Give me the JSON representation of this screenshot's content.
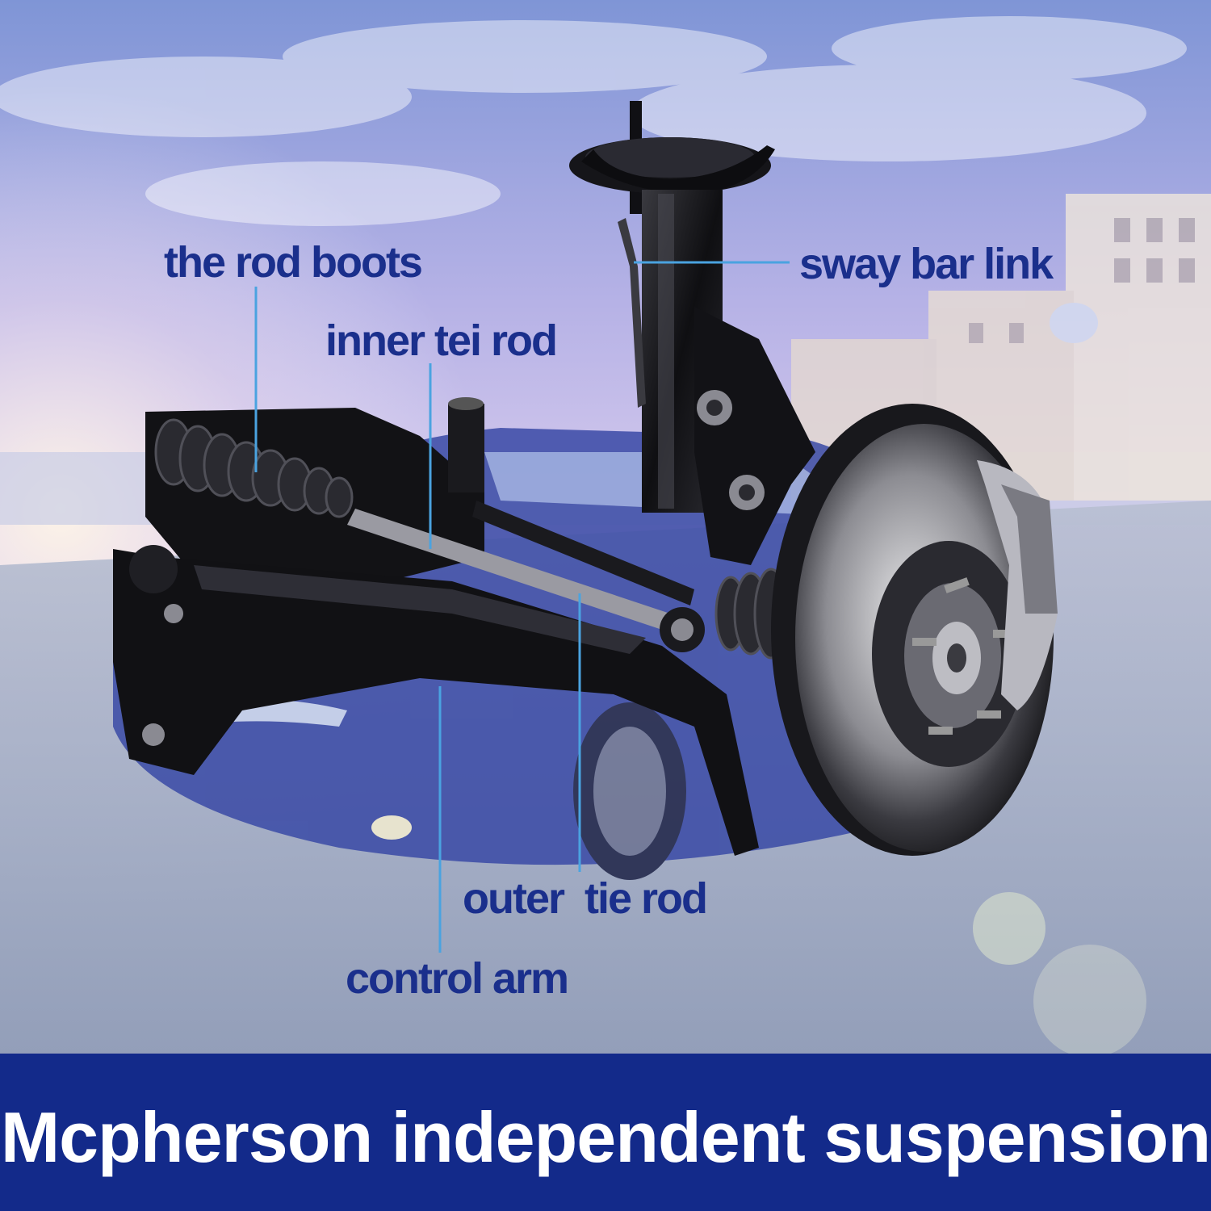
{
  "labels": {
    "rod_boots": "the rod boots",
    "inner_tie_rod": "inner tei rod",
    "sway_bar_link": "sway bar link",
    "outer_tie_rod": "outer  tie rod",
    "control_arm": "control arm"
  },
  "banner": {
    "title": "Mcpherson independent suspension",
    "color": "#132a8a",
    "text_color": "#ffffff"
  },
  "colors": {
    "label_text": "#1a2f8c",
    "leader_line": "#4aa3e0",
    "sky_top": "#8a9ed9",
    "sky_mid": "#cbb7e6",
    "road": "#9aa6bf",
    "part_metal": "#1b1b1f"
  }
}
